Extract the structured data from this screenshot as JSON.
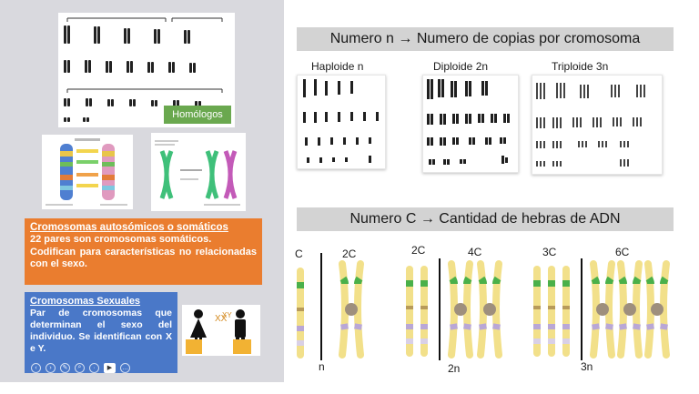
{
  "left_slide": {
    "homologos_label": "Homólogos",
    "autosomicos": {
      "title": "Cromosomas autosómicos o somáticos",
      "line1": "22 pares son cromosomas somáticos.",
      "line2": "Codifican para características no relacionadas con el sexo."
    },
    "sexuales": {
      "title": "Cromosomas Sexuales",
      "text": "Par de cromosomas que determinan el sexo del individuo. Se identifican con X e Y."
    },
    "sex_labels": {
      "female": "XX",
      "male": "XY"
    },
    "toolbar_icons": [
      "arrow-left-icon",
      "arrow-right-icon",
      "pen-icon",
      "zoom-icon",
      "more-icon",
      "video-icon",
      "ellipsis-icon"
    ]
  },
  "right_slide": {
    "header1": "Numero n → Numero de copias por cromosoma",
    "ploidy_labels": [
      "Haploide n",
      "Diploide 2n",
      "Triploide 3n"
    ],
    "header2": "Numero C → Cantidad de hebras de ADN",
    "c_labels": [
      "C",
      "2C",
      "2C",
      "4C",
      "3C",
      "6C"
    ],
    "n_labels": [
      "n",
      "2n",
      "3n"
    ]
  },
  "colors": {
    "orange_box": "#ea7d2f",
    "blue_box": "#4a78c8",
    "green_badge": "#6aa84f",
    "header_bg": "#d3d3d3"
  }
}
